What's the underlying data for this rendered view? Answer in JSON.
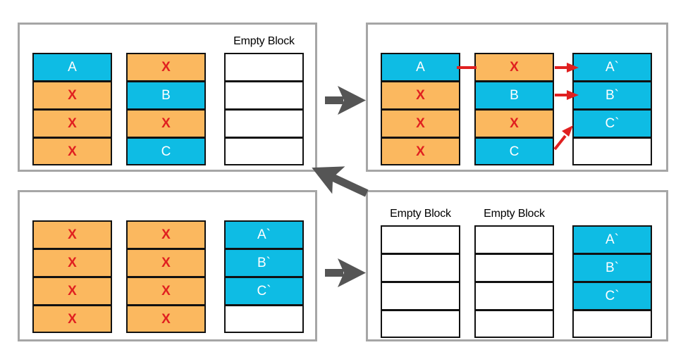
{
  "diagram": {
    "title": "Flash block garbage collection / valid-page copy sequence",
    "colors": {
      "valid_page": "#0ebce4",
      "invalid_page": "#fbb85f",
      "free_page": "#ffffff",
      "page_border": "#111111",
      "panel_border": "#a6a6a6",
      "copy_arrow": "#e02020",
      "step_arrow": "#555555",
      "invalid_mark": "#e02020"
    },
    "labels": {
      "empty_block": "Empty Block",
      "invalid_mark": "X"
    }
  },
  "panels": [
    {
      "id": "panel-1",
      "name": "step-1-initial-state",
      "columns": [
        {
          "name": "block-1",
          "label": "",
          "cells": [
            {
              "text": "A",
              "state": "valid"
            },
            {
              "text": "X",
              "state": "invalid"
            },
            {
              "text": "X",
              "state": "invalid"
            },
            {
              "text": "X",
              "state": "invalid"
            }
          ]
        },
        {
          "name": "block-2",
          "label": "",
          "cells": [
            {
              "text": "X",
              "state": "invalid"
            },
            {
              "text": "B",
              "state": "valid"
            },
            {
              "text": "X",
              "state": "invalid"
            },
            {
              "text": "C",
              "state": "valid"
            }
          ]
        },
        {
          "name": "block-3",
          "label": "Empty Block",
          "cells": [
            {
              "text": "",
              "state": "free"
            },
            {
              "text": "",
              "state": "free"
            },
            {
              "text": "",
              "state": "free"
            },
            {
              "text": "",
              "state": "free"
            }
          ]
        }
      ]
    },
    {
      "id": "panel-2",
      "name": "step-2-copy-valid-pages",
      "columns": [
        {
          "name": "block-1",
          "label": "",
          "cells": [
            {
              "text": "A",
              "state": "valid"
            },
            {
              "text": "X",
              "state": "invalid"
            },
            {
              "text": "X",
              "state": "invalid"
            },
            {
              "text": "X",
              "state": "invalid"
            }
          ]
        },
        {
          "name": "block-2",
          "label": "",
          "cells": [
            {
              "text": "X",
              "state": "invalid"
            },
            {
              "text": "B",
              "state": "valid"
            },
            {
              "text": "X",
              "state": "invalid"
            },
            {
              "text": "C",
              "state": "valid"
            }
          ]
        },
        {
          "name": "block-3",
          "label": "",
          "cells": [
            {
              "text": "A`",
              "state": "valid"
            },
            {
              "text": "B`",
              "state": "valid"
            },
            {
              "text": "C`",
              "state": "valid"
            },
            {
              "text": "",
              "state": "free"
            }
          ]
        }
      ]
    },
    {
      "id": "panel-3",
      "name": "step-3-sources-all-invalid",
      "columns": [
        {
          "name": "block-1",
          "label": "",
          "cells": [
            {
              "text": "X",
              "state": "invalid"
            },
            {
              "text": "X",
              "state": "invalid"
            },
            {
              "text": "X",
              "state": "invalid"
            },
            {
              "text": "X",
              "state": "invalid"
            }
          ]
        },
        {
          "name": "block-2",
          "label": "",
          "cells": [
            {
              "text": "X",
              "state": "invalid"
            },
            {
              "text": "X",
              "state": "invalid"
            },
            {
              "text": "X",
              "state": "invalid"
            },
            {
              "text": "X",
              "state": "invalid"
            }
          ]
        },
        {
          "name": "block-3",
          "label": "",
          "cells": [
            {
              "text": "A`",
              "state": "valid"
            },
            {
              "text": "B`",
              "state": "valid"
            },
            {
              "text": "C`",
              "state": "valid"
            },
            {
              "text": "",
              "state": "free"
            }
          ]
        }
      ]
    },
    {
      "id": "panel-4",
      "name": "step-4-blocks-erased",
      "columns": [
        {
          "name": "block-1",
          "label": "Empty Block",
          "cells": [
            {
              "text": "",
              "state": "free"
            },
            {
              "text": "",
              "state": "free"
            },
            {
              "text": "",
              "state": "free"
            },
            {
              "text": "",
              "state": "free"
            }
          ]
        },
        {
          "name": "block-2",
          "label": "Empty Block",
          "cells": [
            {
              "text": "",
              "state": "free"
            },
            {
              "text": "",
              "state": "free"
            },
            {
              "text": "",
              "state": "free"
            },
            {
              "text": "",
              "state": "free"
            }
          ]
        },
        {
          "name": "block-3",
          "label": "",
          "cells": [
            {
              "text": "A`",
              "state": "valid"
            },
            {
              "text": "B`",
              "state": "valid"
            },
            {
              "text": "C`",
              "state": "valid"
            },
            {
              "text": "",
              "state": "free"
            }
          ]
        }
      ]
    }
  ],
  "step_arrows": [
    {
      "name": "arrow-step1-to-step2",
      "direction": "right"
    },
    {
      "name": "arrow-step2-to-step3",
      "direction": "down-left"
    },
    {
      "name": "arrow-step3-to-step4",
      "direction": "right"
    }
  ],
  "copy_arrows": [
    {
      "name": "copy-arrow-a-to-a-prime",
      "from": "A",
      "to": "A`"
    },
    {
      "name": "copy-arrow-b-to-b-prime",
      "from": "B",
      "to": "B`"
    },
    {
      "name": "copy-arrow-c-to-c-prime",
      "from": "C",
      "to": "C`"
    },
    {
      "name": "copy-link-a-dash",
      "from": "A",
      "to": "block-2-row-1"
    }
  ]
}
